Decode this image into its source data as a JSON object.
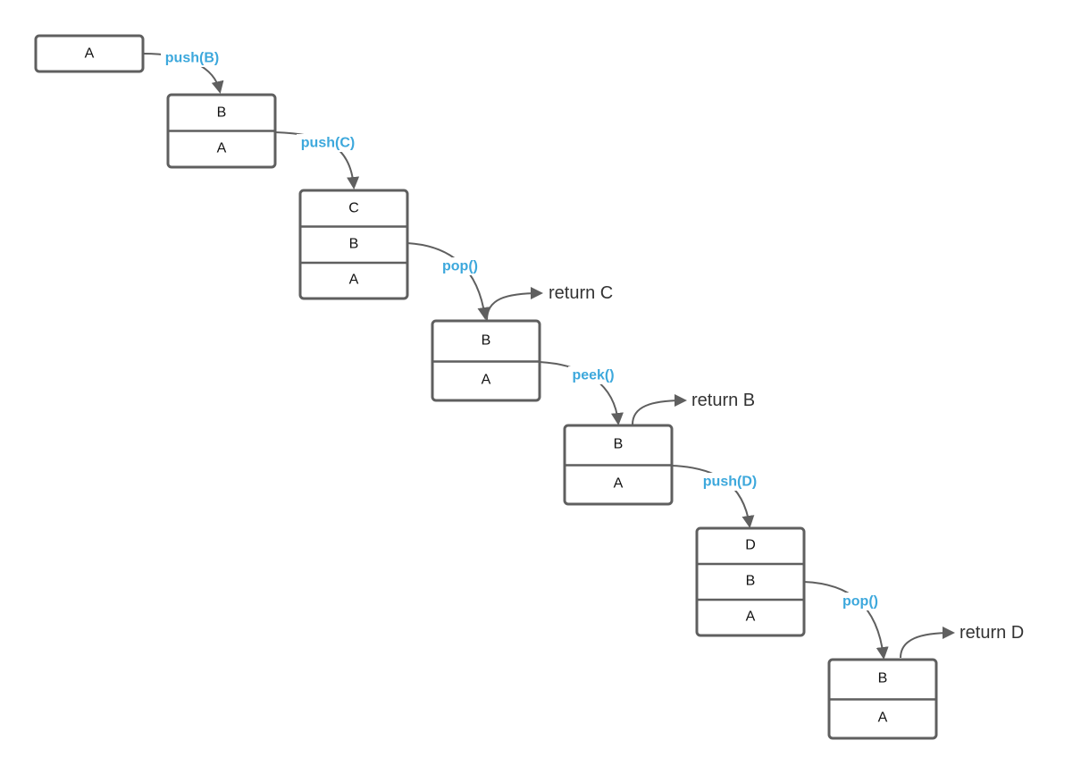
{
  "colors": {
    "border": "#5f5f5f",
    "operation_label": "#3da8dc",
    "text": "#111111",
    "return_text": "#333333"
  },
  "stacks": [
    {
      "items": [
        "A"
      ]
    },
    {
      "items": [
        "B",
        "A"
      ]
    },
    {
      "items": [
        "C",
        "B",
        "A"
      ]
    },
    {
      "items": [
        "B",
        "A"
      ]
    },
    {
      "items": [
        "B",
        "A"
      ]
    },
    {
      "items": [
        "D",
        "B",
        "A"
      ]
    },
    {
      "items": [
        "B",
        "A"
      ]
    }
  ],
  "operations": [
    {
      "label": "push(B)"
    },
    {
      "label": "push(C)"
    },
    {
      "label": "pop()"
    },
    {
      "label": "peek()"
    },
    {
      "label": "push(D)"
    },
    {
      "label": "pop()"
    }
  ],
  "returns": [
    {
      "text": "return C"
    },
    {
      "text": "return B"
    },
    {
      "text": "return D"
    }
  ]
}
